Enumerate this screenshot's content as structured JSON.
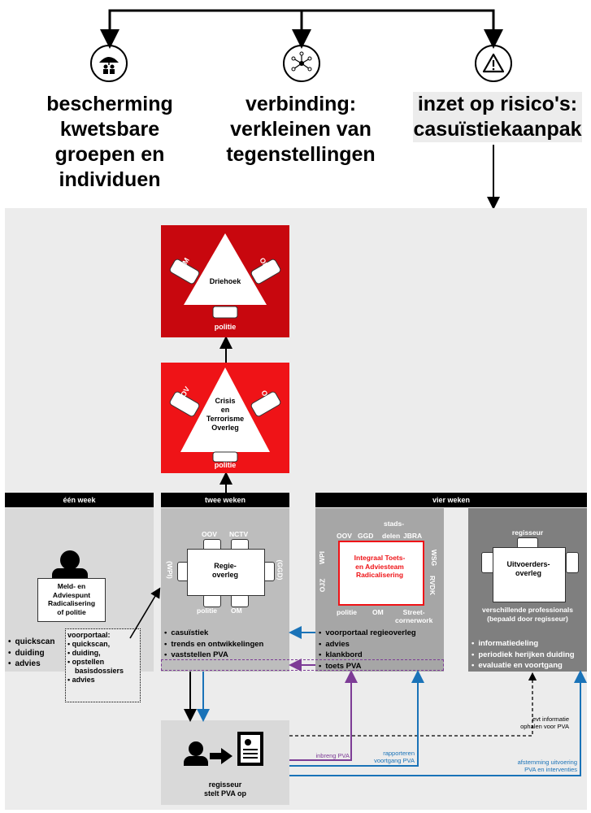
{
  "top": {
    "col1": [
      "bescherming",
      "kwetsbare",
      "groepen en",
      "individuen"
    ],
    "col2": [
      "verbinding:",
      "verkleinen van",
      "tegenstellingen"
    ],
    "col3": [
      "inzet op risico's:",
      "casuïstiekaanpak"
    ],
    "icons": [
      "umbrella-people-icon",
      "network-icon",
      "warning-icon"
    ]
  },
  "driehoek": {
    "title": "Driehoek",
    "left": "BM",
    "right": "OM",
    "bottom": "politie"
  },
  "cto": {
    "title": [
      "Crisis",
      "en",
      "Terrorisme",
      "Overleg"
    ],
    "left": "OOV",
    "right": "OM",
    "bottom": "politie"
  },
  "headers": {
    "week1": "één week",
    "week2": "twee weken",
    "week4": "vier weken"
  },
  "meld": {
    "title": [
      "Meld- en",
      "Adviespunt",
      "Radicalisering",
      "of politie"
    ],
    "voorportaal_label": "voorportaal:",
    "voorportaal": [
      "quickscan,",
      "duiding,",
      "opstellen",
      "basisdossiers",
      "advies"
    ],
    "bullets": [
      "quickscan",
      "duiding",
      "advies"
    ]
  },
  "regie": {
    "title": [
      "Regie-",
      "overleg"
    ],
    "top": [
      "OOV",
      "NCTV"
    ],
    "left": "(WPI)",
    "right": "(GGD)",
    "bottom": [
      "politie",
      "OM"
    ],
    "bullets": [
      "casuïstiek",
      "trends en ontwikkelingen",
      "vaststellen PVA"
    ]
  },
  "itar": {
    "title": [
      "Integraal Toets-",
      "en Adviesteam",
      "Radicalisering"
    ],
    "top": [
      "OOV",
      "GGD",
      "stads-",
      "delen",
      "JBRA"
    ],
    "left": [
      "WPI",
      "OJZ"
    ],
    "right": [
      "WSG",
      "RVDK"
    ],
    "bottom": [
      "politie",
      "OM",
      "Street-",
      "cornerwork"
    ],
    "bullets": [
      "voorportaal regieoverleg",
      "advies",
      "klankbord",
      "toets PVA"
    ]
  },
  "uitv": {
    "title": [
      "Uitvoerders-",
      "overleg"
    ],
    "top": "regisseur",
    "sub": [
      "verschillende professionals",
      "(bepaald door regisseur)"
    ],
    "bullets": [
      "informatiedeling",
      "periodiek herijken duiding",
      "evaluatie en voortgang"
    ]
  },
  "bottom": {
    "regisseur": [
      "regisseur",
      "stelt PVA op"
    ],
    "evt": [
      "evt informatie",
      "ophalen voor PVA"
    ],
    "inbreng": "inbreng PVA",
    "rapport": [
      "rapporteren",
      "voortgang PVA"
    ],
    "afstemming": [
      "afstemming uitvoering",
      "PVA en interventies"
    ]
  },
  "colors": {
    "dark_red": "#c8070e",
    "red": "#ef1317",
    "grey_bg": "#ececec",
    "purple": "#7d3c96",
    "blue": "#1a73b8"
  }
}
